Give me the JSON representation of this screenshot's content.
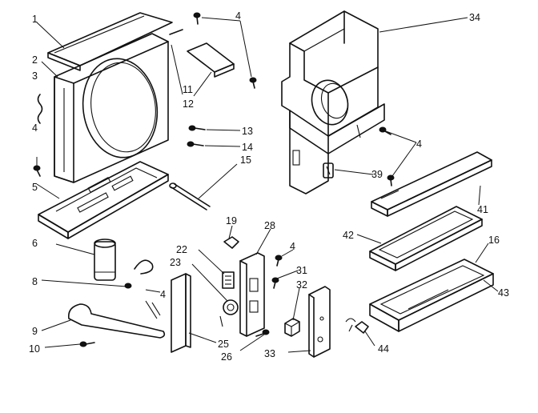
{
  "callouts": {
    "c1": "1",
    "c2": "2",
    "c3": "3",
    "c4a": "4",
    "c4b": "4",
    "c4c": "4",
    "c4d": "4",
    "c4e": "4",
    "c5": "5",
    "c6": "6",
    "c8": "8",
    "c9": "9",
    "c10": "10",
    "c11": "11",
    "c12": "12",
    "c13": "13",
    "c14": "14",
    "c15": "15",
    "c16": "16",
    "c19": "19",
    "c22": "22",
    "c23": "23",
    "c25": "25",
    "c26": "26",
    "c28": "28",
    "c31": "31",
    "c32": "32",
    "c33": "33",
    "c34": "34",
    "c39": "39",
    "c41": "41",
    "c42": "42",
    "c43": "43",
    "c44": "44"
  }
}
